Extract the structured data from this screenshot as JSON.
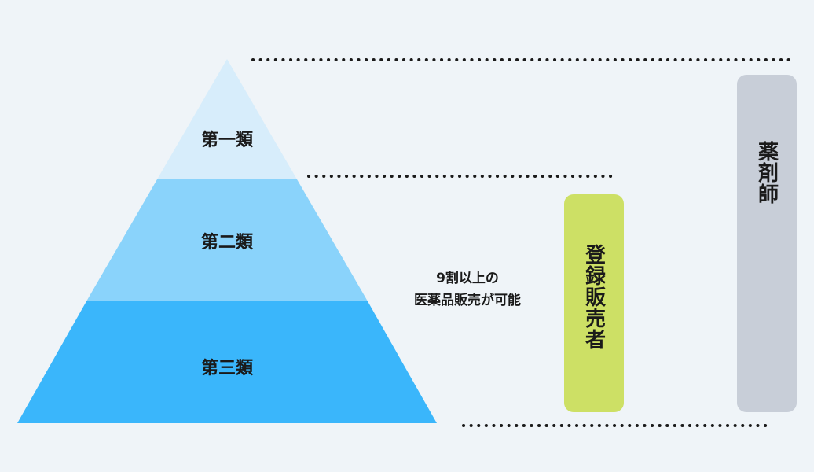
{
  "tiers": [
    {
      "label": "第一類",
      "color": "#d7edfb"
    },
    {
      "label": "第二類",
      "color": "#8ad3fb"
    },
    {
      "label": "第三類",
      "color": "#3ab6fb"
    }
  ],
  "note": {
    "line1": "9割以上の",
    "line2": "医薬品販売が可能"
  },
  "sellers": {
    "registered_seller": {
      "label": "登録販売者",
      "color": "#cde065"
    },
    "pharmacist": {
      "label": "薬剤師",
      "color": "#c8ced8"
    }
  },
  "colors": {
    "background": "#eff4f8",
    "dotted_line": "#1a1a1a"
  }
}
